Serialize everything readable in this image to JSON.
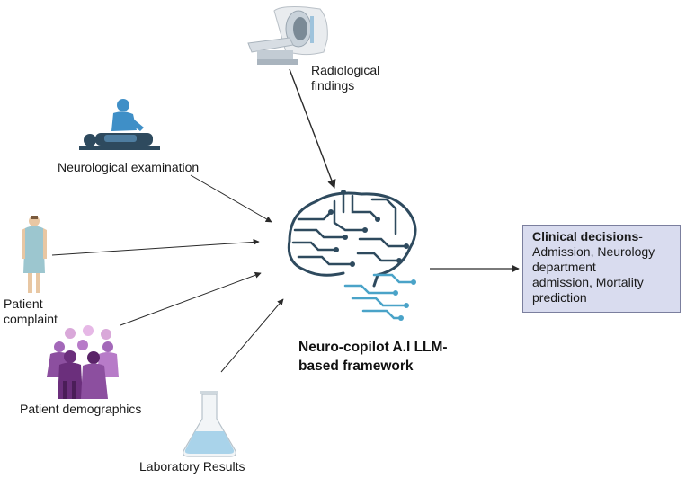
{
  "labels": {
    "radiological": [
      "Radiological",
      "findings"
    ],
    "neuro_exam": "Neurological examination",
    "patient_complaint": [
      "Patient",
      "complaint"
    ],
    "demographics": "Patient demographics",
    "lab_results": "Laboratory Results"
  },
  "center": {
    "title_line1": "Neuro-copilot A.I LLM-",
    "title_line2": "based framework"
  },
  "decision": {
    "heading": "Clinical decisions",
    "dash": "-",
    "line1": "Admission, Neurology",
    "line2": "department",
    "line3": "admission, Mortality",
    "line4": "prediction"
  },
  "colors": {
    "brain_dark": "#2e4a5e",
    "brain_light": "#4aa3c8",
    "arrow": "#2a2a2a",
    "box_fill": "#d9dcef",
    "box_border": "#7b7f9e"
  },
  "icons": [
    "mri-scanner-icon",
    "physical-exam-icon",
    "patient-gown-icon",
    "people-group-icon",
    "lab-flask-icon",
    "brain-circuit-icon"
  ]
}
